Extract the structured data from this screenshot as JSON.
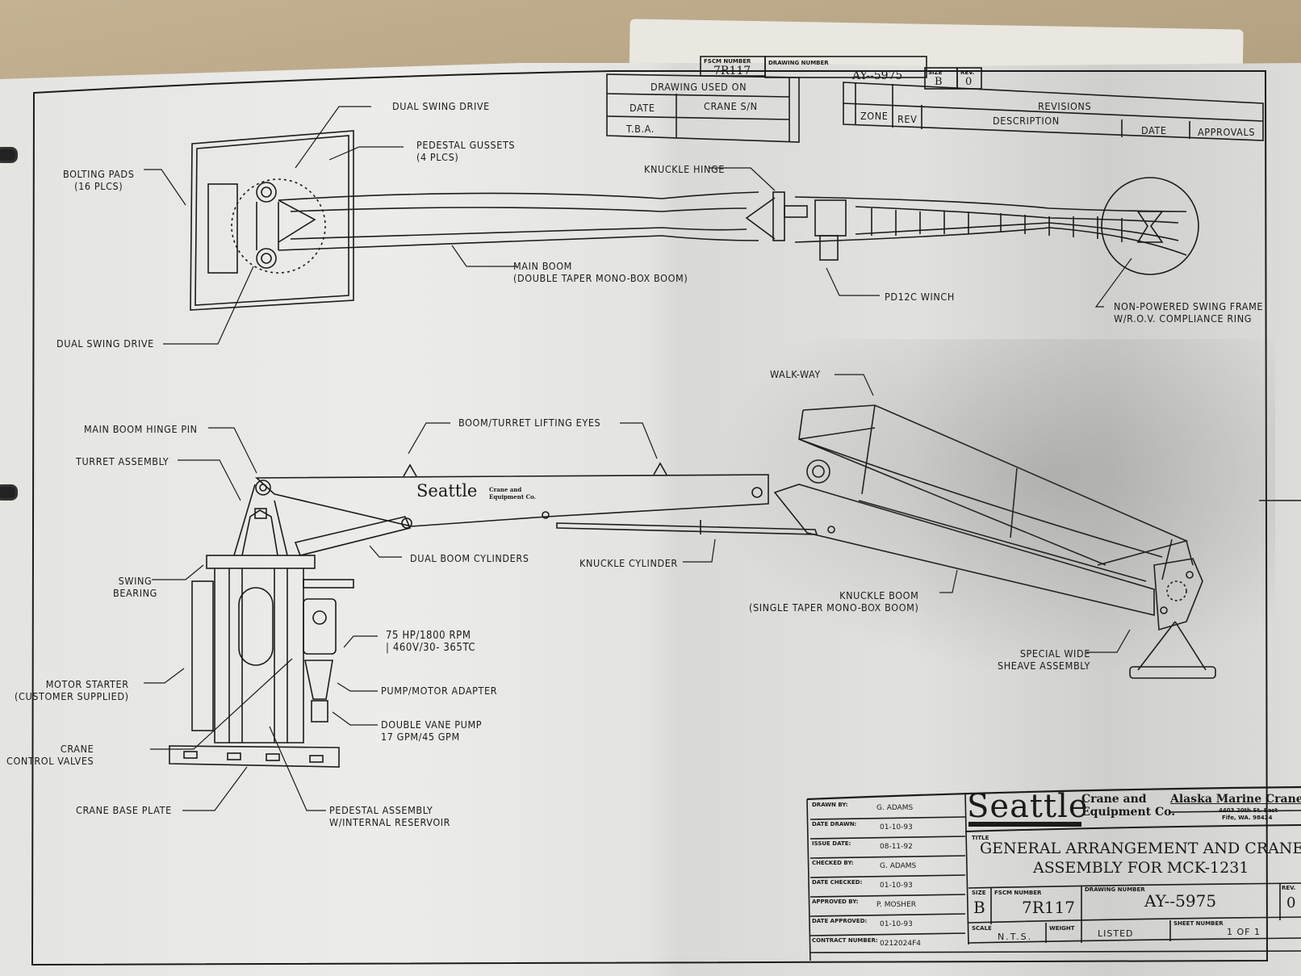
{
  "document": {
    "type": "engineering drawing",
    "company": {
      "name_large": "Seattle",
      "name_small_line1": "Crane and",
      "name_small_line2": "Equipment Co."
    },
    "client": {
      "name": "Alaska Marine Crane",
      "address_line1": "4403 20th St. East",
      "address_line2": "Fife, WA. 98424"
    }
  },
  "top_block": {
    "fscm_label": "FSCM NUMBER",
    "fscm_value": "7R117",
    "drawing_number_label": "DRAWING NUMBER",
    "drawing_number_value": "AY--5975",
    "size_label": "SIZE",
    "size_value": "B",
    "rev_label": "REV.",
    "rev_value": "0",
    "used_on": {
      "heading": "DRAWING USED ON",
      "col_date": "DATE",
      "col_crane_sn": "CRANE S/N",
      "row_value": "T.B.A."
    },
    "revisions": {
      "heading": "REVISIONS",
      "columns": [
        "ZONE",
        "REV",
        "DESCRIPTION",
        "DATE",
        "APPROVALS"
      ]
    }
  },
  "plan_view_labels": {
    "dual_swing_drive_top": "DUAL SWING DRIVE",
    "pedestal_gussets": "PEDESTAL GUSSETS\n(4 PLCS)",
    "bolting_pads": "BOLTING PADS\n(16 PLCS)",
    "knuckle_hinge": "KNUCKLE HINGE",
    "main_boom": "MAIN BOOM\n(DOUBLE TAPER MONO-BOX BOOM)",
    "pd12c_winch": "PD12C WINCH",
    "swing_frame": "NON-POWERED SWING FRAME\nW/R.O.V. COMPLIANCE RING",
    "dual_swing_drive_bottom": "DUAL SWING DRIVE"
  },
  "elevation_view_labels": {
    "walk_way": "WALK-WAY",
    "main_boom_hinge_pin": "MAIN BOOM HINGE PIN",
    "boom_turret_lifting_eyes": "BOOM/TURRET LIFTING EYES",
    "turret_assembly": "TURRET ASSEMBLY",
    "dual_boom_cylinders": "DUAL BOOM CYLINDERS",
    "knuckle_cylinder": "KNUCKLE CYLINDER",
    "swing_bearing": "SWING\nBEARING",
    "knuckle_boom": "KNUCKLE BOOM\n(SINGLE TAPER MONO-BOX BOOM)",
    "motor_spec": "75 HP/1800 RPM\n| 460V/30- 365TC",
    "special_wide_sheave": "SPECIAL WIDE\nSHEAVE ASSEMBLY",
    "motor_starter": "MOTOR STARTER\n(CUSTOMER SUPPLIED)",
    "pump_motor_adapter": "PUMP/MOTOR ADAPTER",
    "double_vane_pump": "DOUBLE VANE PUMP\n17 GPM/45 GPM",
    "crane_control_valves": "CRANE\nCONTROL VALVES",
    "crane_base_plate": "CRANE BASE PLATE",
    "pedestal_assembly": "PEDESTAL ASSEMBLY\nW/INTERNAL RESERVOIR",
    "boom_logo_large": "Seattle",
    "boom_logo_small1": "Crane and",
    "boom_logo_small2": "Equipment Co."
  },
  "title_block": {
    "fields": [
      {
        "label": "DRAWN BY:",
        "value": "G. ADAMS"
      },
      {
        "label": "DATE DRAWN:",
        "value": "01-10-93"
      },
      {
        "label": "ISSUE DATE:",
        "value": "08-11-92"
      },
      {
        "label": "CHECKED BY:",
        "value": "G. ADAMS"
      },
      {
        "label": "DATE CHECKED:",
        "value": "01-10-93"
      },
      {
        "label": "APPROVED BY:",
        "value": "P. MOSHER"
      },
      {
        "label": "DATE APPROVED:",
        "value": "01-10-93"
      },
      {
        "label": "CONTRACT NUMBER:",
        "value": "0212024F4"
      }
    ],
    "title_label": "TITLE",
    "title_line1": "GENERAL ARRANGEMENT AND CRANE",
    "title_line2": "ASSEMBLY FOR MCK-1231",
    "size_label": "SIZE",
    "size_value": "B",
    "fscm_label": "FSCM NUMBER",
    "fscm_value": "7R117",
    "drawing_number_label": "DRAWING NUMBER",
    "drawing_number_value": "AY--5975",
    "rev_label": "REV.",
    "rev_value": "0",
    "scale_label": "SCALE",
    "scale_value": "N.T.S.",
    "weight_label": "WEIGHT",
    "weight_value": "LISTED",
    "sheet_label": "SHEET NUMBER",
    "sheet_value": "1 OF 1"
  },
  "colors": {
    "ink": "#1b1b1b",
    "paper": "#e6e6e3",
    "table_surface": "#b5a282"
  }
}
